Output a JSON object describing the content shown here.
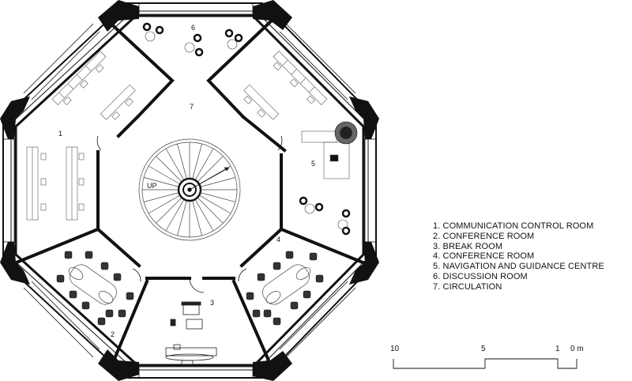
{
  "room_numbers": {
    "r1": "1",
    "r2": "2",
    "r3": "3",
    "r4": "4",
    "r5": "5",
    "r6": "6",
    "r7": "7"
  },
  "stair_label": "UP",
  "legend": [
    "1. COMMUNICATION CONTROL ROOM",
    "2. CONFERENCE ROOM",
    "3. BREAK ROOM",
    "4. CONFERENCE ROOM",
    "5. NAVIGATION AND GUIDANCE CENTRE",
    "6. DISCUSSION ROOM",
    "7. CIRCULATION"
  ],
  "scale_bar": {
    "ticks": [
      "10",
      "5",
      "1",
      "0 m"
    ]
  }
}
